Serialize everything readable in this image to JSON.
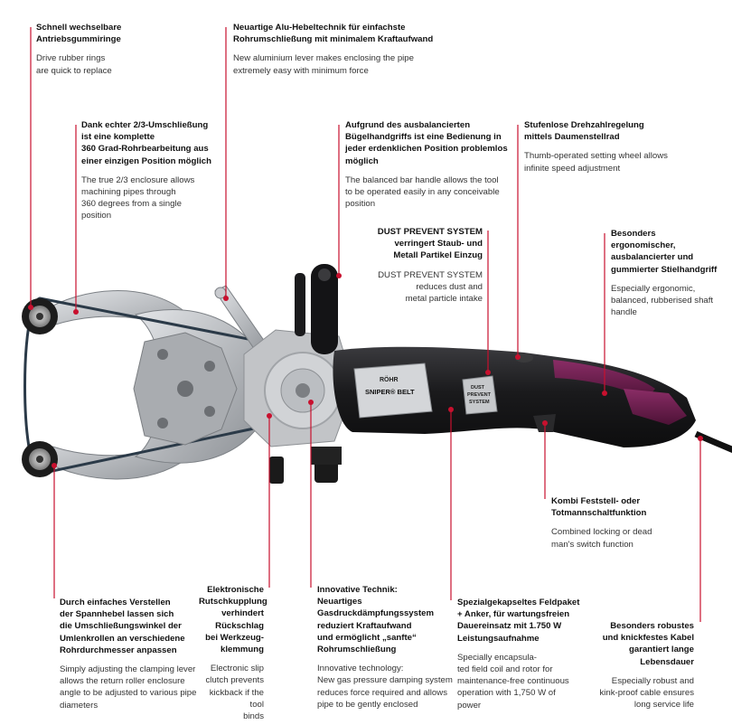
{
  "callouts": [
    {
      "id": "drive-rings",
      "de": "Schnell wechselbare\nAntriebsgummiringe",
      "en": "Drive rubber rings\nare quick to replace"
    },
    {
      "id": "alu-lever",
      "de": "Neuartige Alu-Hebeltechnik für einfachste\nRohrumschließung mit minimalem Kraftaufwand",
      "en": "New aluminium lever makes enclosing the pipe\nextremely easy with minimum force"
    },
    {
      "id": "enclosure",
      "de": "Dank echter 2/3-Umschließung\nist eine komplette\n360 Grad-Rohrbearbeitung aus\neiner einzigen Position möglich",
      "en": "The true 2/3 enclosure allows\nmachining pipes through\n360 degrees from a single\nposition"
    },
    {
      "id": "bar-handle",
      "de": "Aufgrund des ausbalancierten\nBügelhandgriffs ist eine Bedienung in\njeder erdenklichen Position problemlos\nmöglich",
      "en": "The balanced bar handle allows the tool\nto be operated easily in any conceivable\nposition"
    },
    {
      "id": "speed",
      "de": "Stufenlose Drehzahlregelung\nmittels Daumenstellrad",
      "en": "Thumb-operated setting wheel allows\ninfinite speed adjustment"
    },
    {
      "id": "dust",
      "de": "DUST PREVENT SYSTEM\nverringert Staub- und\nMetall Partikel Einzug",
      "en": "DUST PREVENT SYSTEM\nreduces dust and\nmetal particle intake"
    },
    {
      "id": "grip",
      "de": "Besonders\nergonomischer,\nausbalancierter und\ngummierter Stielhandgriff",
      "en": "Especially ergonomic,\nbalanced, rubberised shaft\nhandle"
    },
    {
      "id": "switch",
      "de": "Kombi Feststell- oder\nTotmannschaltfunktion",
      "en": "Combined locking or dead\nman's switch function"
    },
    {
      "id": "clamping",
      "de": "Durch einfaches Verstellen\nder Spannhebel lassen sich\ndie Umschließungswinkel der\nUmlenkrollen an verschiedene\nRohrdurchmesser anpassen",
      "en": "Simply adjusting the clamping lever\nallows the return roller enclosure\nangle to be adjusted to various pipe\ndiameters"
    },
    {
      "id": "clutch",
      "de": "Elektronische\nRutschkupplung\nverhindert\nRückschlag\nbei Werkzeug-\nklemmung",
      "en": "Electronic slip\nclutch prevents\nkickback if the tool\nbinds"
    },
    {
      "id": "damping",
      "de": "Innovative Technik:\nNeuartiges\nGasdruckdämpfungssystem\nreduziert Kraftaufwand\nund ermöglicht „sanfte“\nRohrumschließung",
      "en": "Innovative technology:\nNew gas pressure damping system\nreduces force required and allows\npipe to be gently enclosed"
    },
    {
      "id": "motor",
      "de": "Spezialgekapseltes Feldpaket\n+ Anker, für wartungsfreien\nDauereinsatz mit 1.750 W\nLeistungsaufnahme",
      "en": "Specially encapsula-\nted field coil and rotor for\nmaintenance-free continuous\noperation with 1,750 W of\npower"
    },
    {
      "id": "cable",
      "de": "Besonders robustes\nund knickfestes Kabel\ngarantiert lange\nLebensdauer",
      "en": "Especially robust and\nkink-proof cable ensures\nlong service life"
    }
  ],
  "device": {
    "brand": "RÖHR",
    "model": "SNIPER® BELT",
    "badge1": "DUST",
    "badge2": "PREVENT",
    "badge3": "SYSTEM"
  },
  "colors": {
    "accent": "#c8102e",
    "plum": "#6b1f4e",
    "body": "#1b1b1d",
    "alu": "#b9bcc0"
  }
}
